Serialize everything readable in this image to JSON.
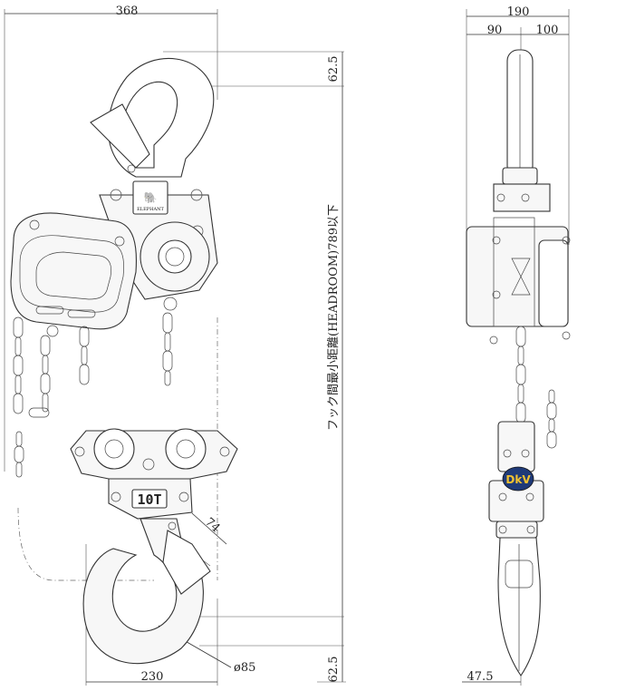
{
  "dimensions": {
    "overall_width": "368",
    "top_hook_offset": "62.5",
    "headroom_label": "フック間最小距離(HEADROOM)789以下",
    "bottom_hook_width": "230",
    "bottom_hook_offset": "62.5",
    "hook_opening": "74",
    "hook_diameter": "ø85",
    "side_width": "190",
    "side_left": "90",
    "side_right": "100",
    "side_bottom": "47.5"
  },
  "labels": {
    "capacity": "10T",
    "brand": "ELEPHANT",
    "badge": "DkV"
  },
  "colors": {
    "badge_fill": "#1f3a78",
    "badge_text": "#f2c230"
  }
}
